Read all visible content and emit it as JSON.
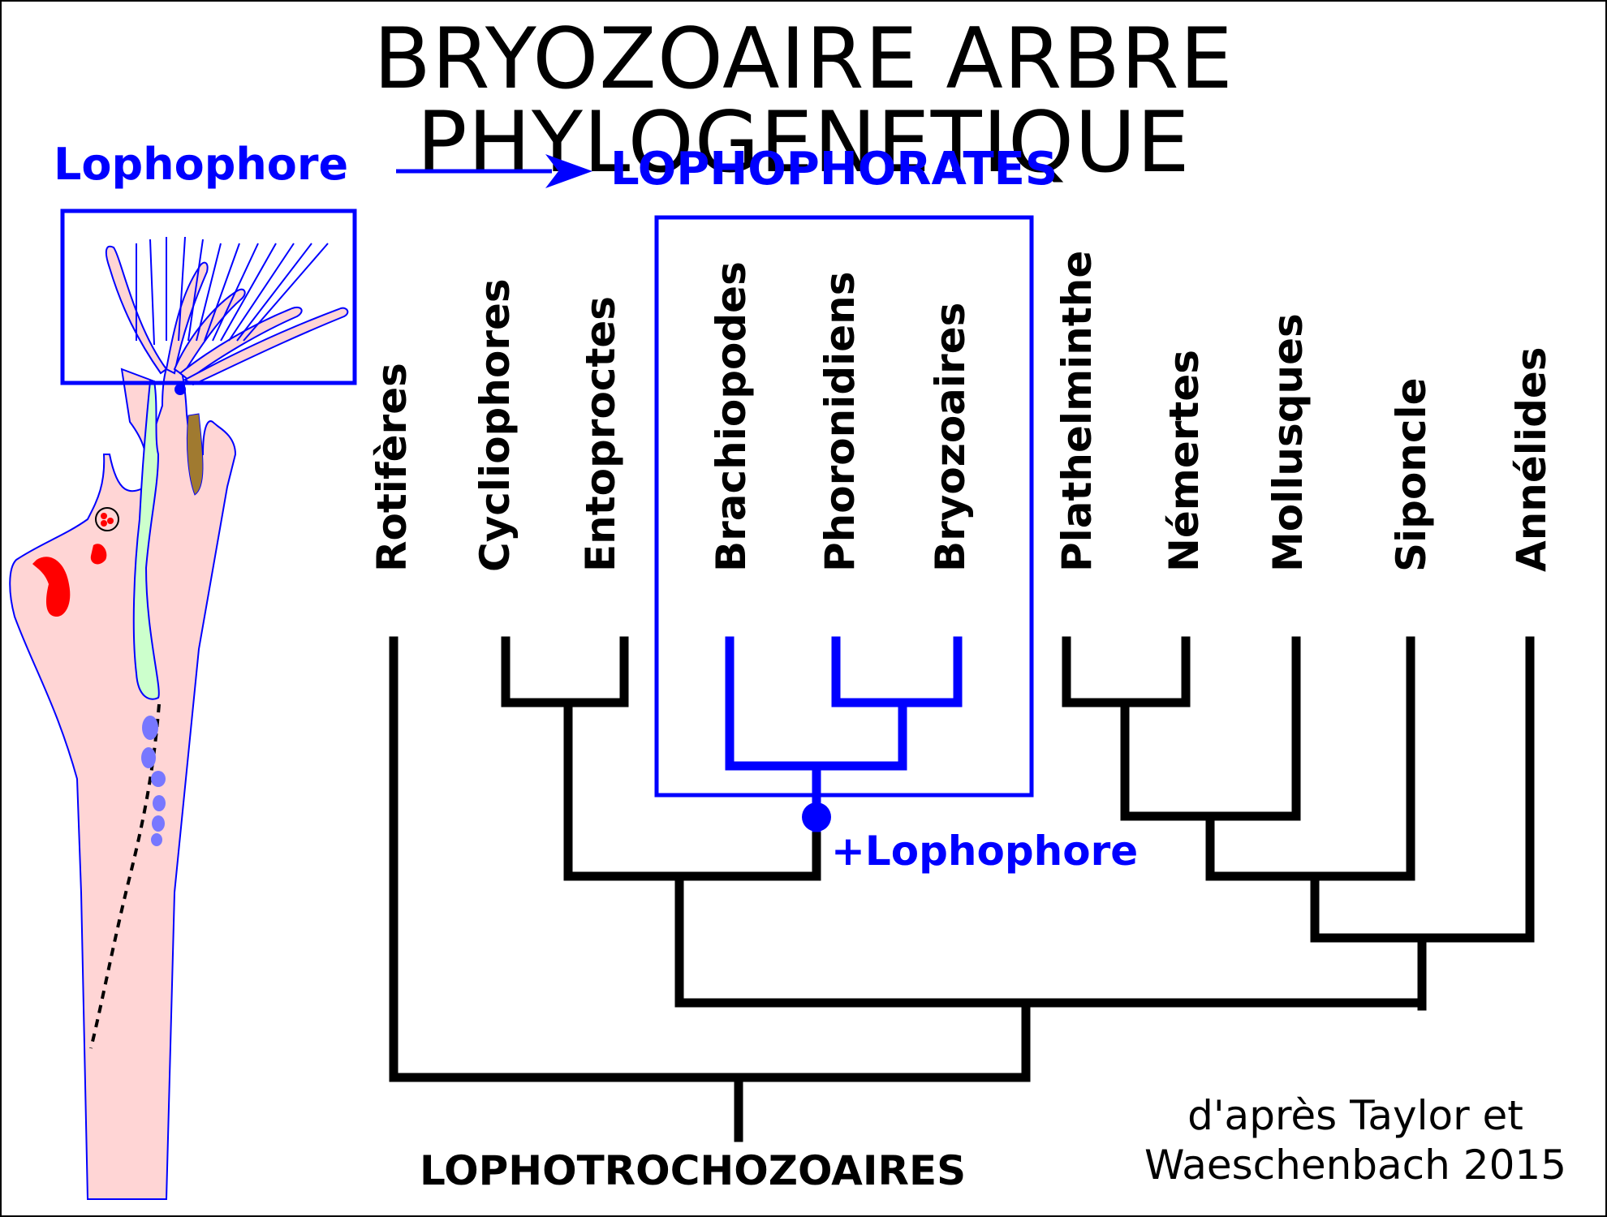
{
  "title": "BRYOZOAIRE ARBRE PHYLOGENETIQUE",
  "lophophore_label": "Lophophore",
  "lophophorates_label": "LOPHOPHORATES",
  "plus_lophophore": "+Lophophore",
  "root_label": "LOPHOTROCHOZOAIRES",
  "credit": [
    "d'après Taylor et",
    "Waeschenbach 2015"
  ],
  "taxa": [
    "Rotifères",
    "Cycliophores",
    "Entoproctes",
    "Brachiopodes",
    "Phoronidiens",
    "Bryozoaires",
    "Plathelminthe",
    "Némertes",
    "Mollusques",
    "Siponcle",
    "Annélides"
  ],
  "colors": {
    "tree": "#000000",
    "lophophorates": "#0000ff",
    "body_fill": "#ffd5d5",
    "gut_fill": "#ccffcc",
    "gonad": "#ff0000",
    "egg": "#7777ff"
  }
}
